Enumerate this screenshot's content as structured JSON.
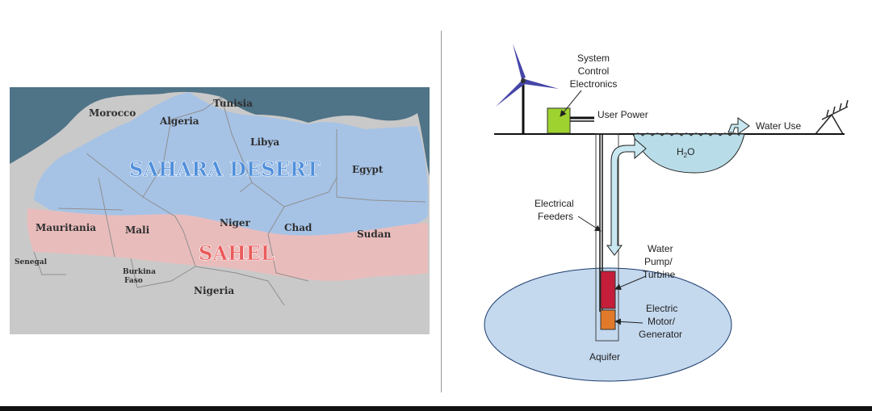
{
  "map": {
    "region_labels": {
      "sahara": "SAHARA DESERT",
      "sahel": "SAHEL"
    },
    "countries": {
      "morocco": "Morocco",
      "tunisia": "Tunisia",
      "algeria": "Algeria",
      "libya": "Libya",
      "egypt": "Egypt",
      "mauritania": "Mauritania",
      "mali": "Mali",
      "niger": "Niger",
      "chad": "Chad",
      "sudan": "Sudan",
      "senegal": "Senegal",
      "burkina": "Burkina",
      "faso": "Faso",
      "nigeria": "Nigeria"
    },
    "colors": {
      "ocean": "#4f7387",
      "land": "#c9c9c9",
      "sahara": "#a6c3e6",
      "sahel": "#e9bcbc",
      "sahara_text": "#4f8fdb",
      "sahel_text": "#ea5a5a"
    }
  },
  "diagram": {
    "labels": {
      "system_1": "System",
      "system_2": "Control",
      "system_3": "Electronics",
      "user_power": "User Power",
      "water_use": "Water Use",
      "h2o_main": "H",
      "h2o_sub": "2",
      "h2o_end": "O",
      "feeders_1": "Electrical",
      "feeders_2": "Feeders",
      "pump_1": "Water",
      "pump_2": "Pump/",
      "pump_3": "Turbine",
      "motor_1": "Electric",
      "motor_2": "Motor/",
      "motor_3": "Generator",
      "aquifer": "Aquifer"
    },
    "colors": {
      "turbine_blade": "#4545a8",
      "control_box": "#9ed22e",
      "reservoir": "#b9dde8",
      "aquifer": "#c4d8ee",
      "pump": "#c41e3a",
      "motor": "#e07a2a"
    }
  }
}
